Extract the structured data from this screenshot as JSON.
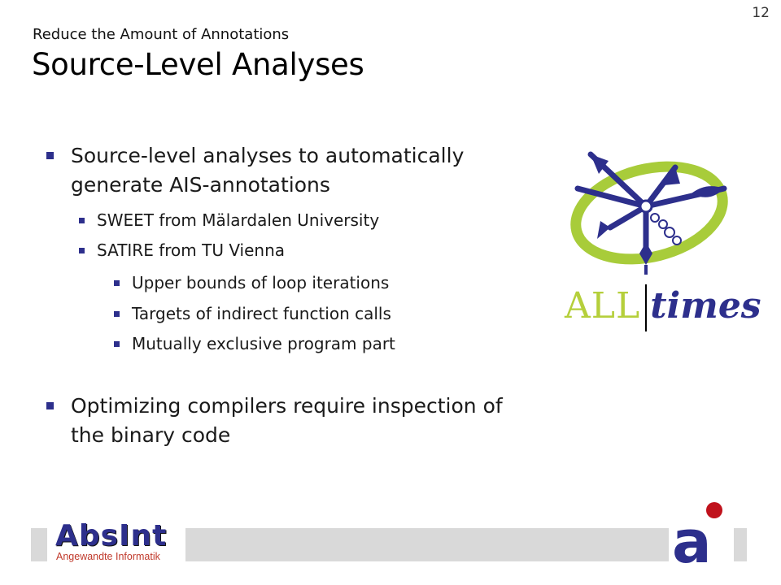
{
  "page_number": "12",
  "subtitle": "Reduce the Amount of Annotations",
  "title": "Source-Level Analyses",
  "bullets": {
    "b1": {
      "line1": "Source-level analyses to automatically",
      "line2": "generate AIS-annotations"
    },
    "b1_sub": [
      "SWEET from Mälardalen University",
      "SATIRE from TU Vienna"
    ],
    "b1_subsub": [
      "Upper bounds of loop iterations",
      "Targets of indirect function calls",
      "Mutually exclusive program part"
    ],
    "b2": {
      "line1": "Optimizing compilers require inspection of",
      "line2": "the binary code"
    }
  },
  "alltimes_logo": {
    "left_word": "ALL",
    "right_word": "times",
    "colors": {
      "left": "#b5cf3b",
      "right": "#2d2f8c",
      "ring": "#a8cc3a",
      "hands": "#2d2f8c"
    }
  },
  "absint_logo": {
    "name": "AbsInt",
    "tagline": "Angewandte Informatik",
    "colors": {
      "name": "#2d2f8c",
      "tagline": "#c0392b"
    }
  },
  "ai_logo": {
    "letter": "a",
    "colors": {
      "letter": "#2d2f8c",
      "dot": "#c0121c"
    }
  },
  "colors": {
    "bullet_marker": "#2d2f8c",
    "footer_bar": "#d9d9d9"
  }
}
